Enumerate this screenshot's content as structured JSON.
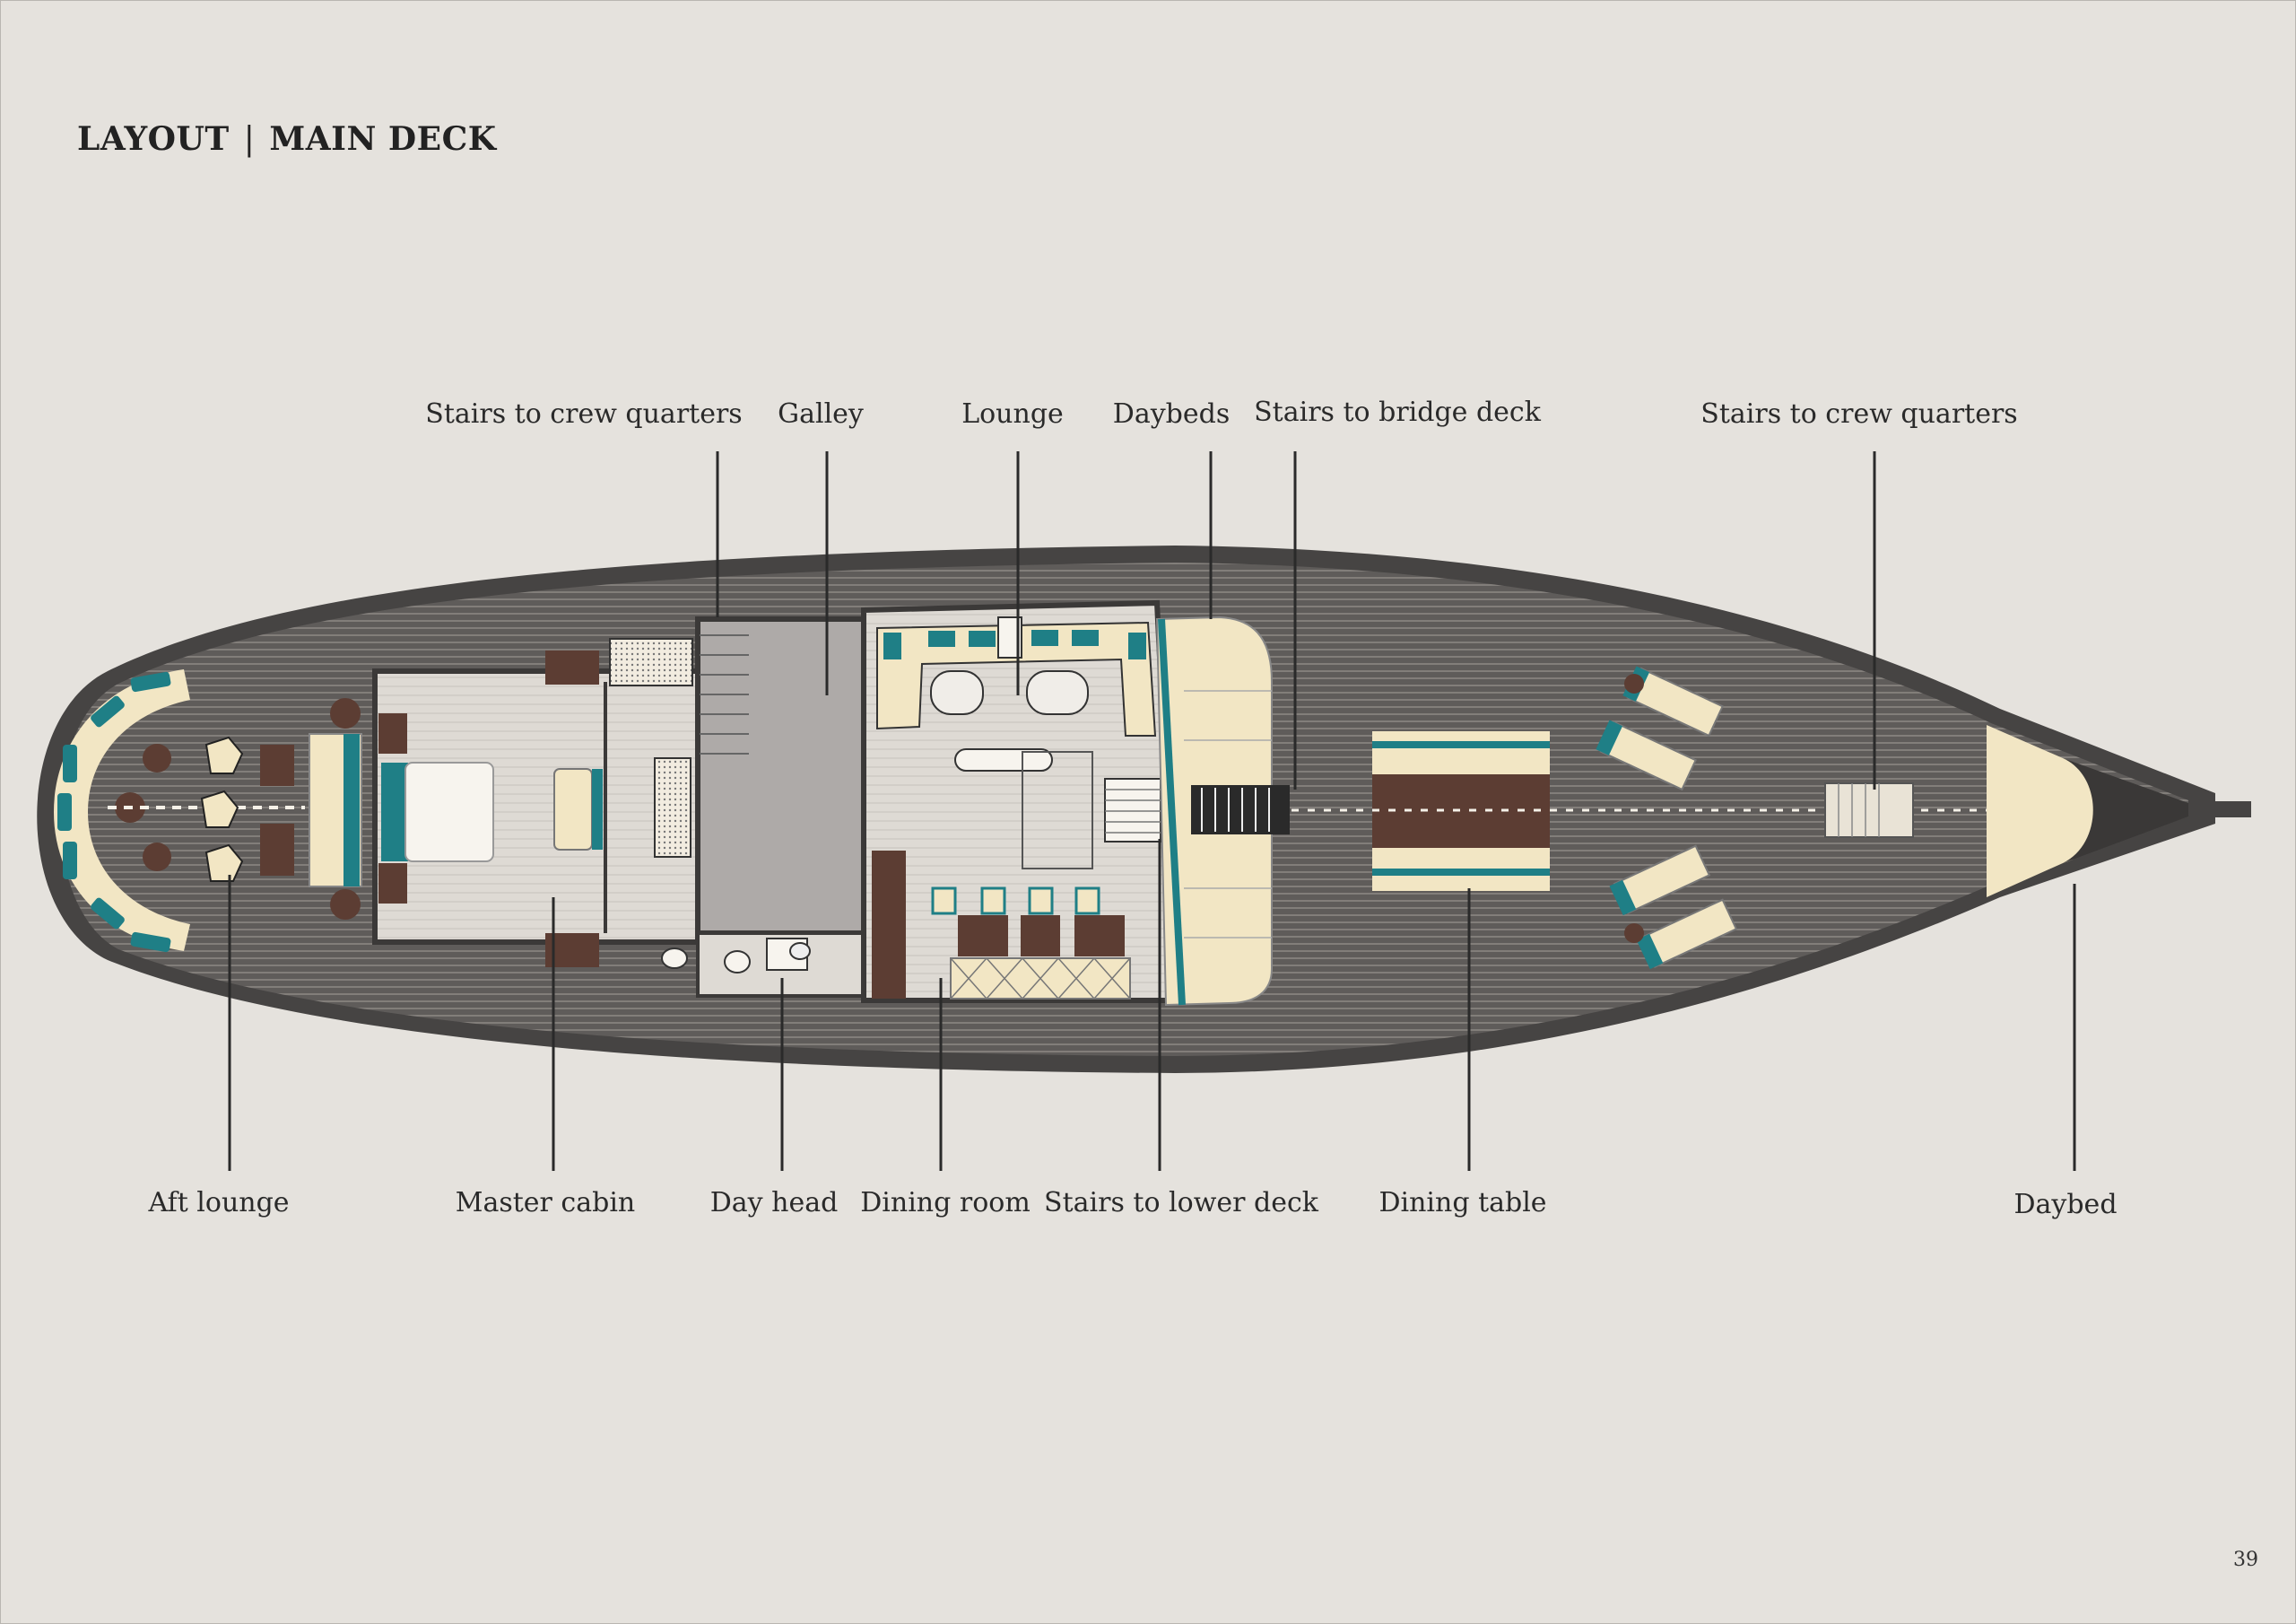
{
  "heading": {
    "part1": "LAYOUT",
    "separator": "|",
    "part2": "MAIN DECK"
  },
  "labels_top": [
    "Stairs to crew quarters",
    "Galley",
    "Lounge",
    "Daybeds",
    "Stairs to bridge deck",
    "Stairs to crew quarters"
  ],
  "labels_bottom": [
    "Aft lounge",
    "Master cabin",
    "Day head",
    "Dining room",
    "Stairs to lower deck",
    "Dining table",
    "Daybed"
  ],
  "page_number": "39",
  "colors": {
    "background": "#e5e2dd",
    "hull": "#4a4847",
    "deck_teak": "#6d6a68",
    "interior": "#dcd8d2",
    "cream": "#f2e6c4",
    "teal": "#1f7f86",
    "brown": "#5c3d33",
    "galley_grey": "#aeaaa8"
  }
}
